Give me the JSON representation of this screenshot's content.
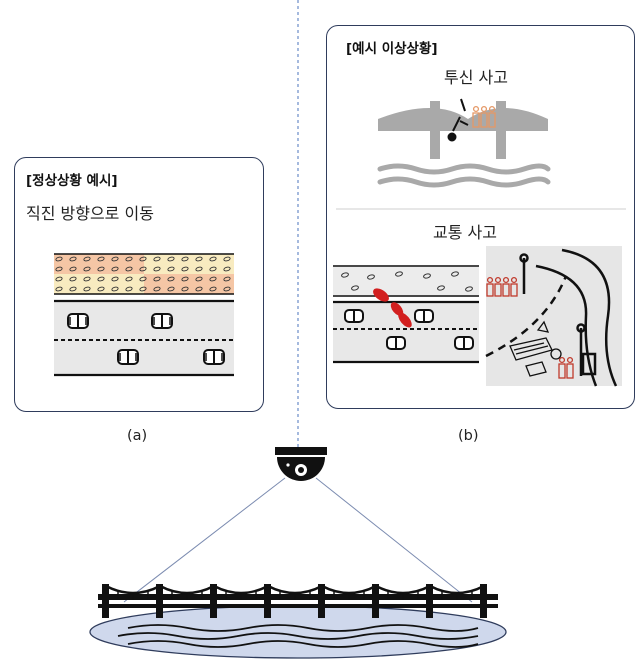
{
  "panel_a": {
    "tag": "[정상상황 예시]",
    "description": "직진 방향으로 이동",
    "caption": "(a)"
  },
  "panel_b": {
    "tag": "[예시 이상상황]",
    "example1": "투신 사고",
    "example2": "교통 사고",
    "caption": "(b)"
  },
  "colors": {
    "panel_border": "#2f3c5c",
    "divider": "#6a8cc7",
    "crowd_red": "#c0392b",
    "crowd_orange": "#e59866",
    "water": "#cfd8ec",
    "sidewalk_peach": "#f5c6a5",
    "sidewalk_cream": "#f8ebc0"
  },
  "icons": [
    "cctv-camera-icon",
    "bridge-icon",
    "person-falling-icon",
    "car-icon",
    "crowd-icon",
    "streetlight-icon"
  ]
}
